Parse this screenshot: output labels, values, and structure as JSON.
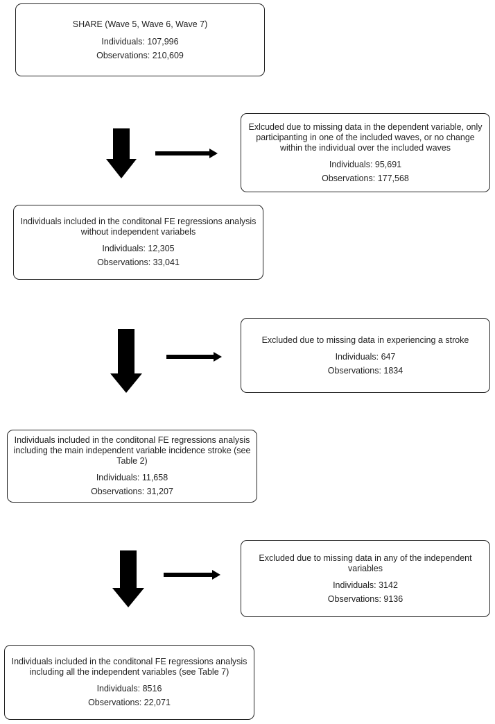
{
  "flowchart": {
    "share": {
      "title": "SHARE (Wave 5, Wave 6, Wave 7)",
      "individuals": "Individuals: 107,996",
      "observations": "Observations: 210,609"
    },
    "excluded_1": {
      "description": "Exlcuded due to missing data in the dependent variable, only participanting in one of the included waves, or no change within the individual over the included waves",
      "individuals": "Individuals: 95,691",
      "observations": "Observations: 177,568"
    },
    "included_1": {
      "description": "Individuals included in the conditonal FE regressions analysis without independent variabels",
      "individuals": "Individuals: 12,305",
      "observations": "Observations: 33,041"
    },
    "excluded_2": {
      "description": "Excluded due to missing data in experiencing a  stroke",
      "individuals": "Individuals: 647",
      "observations": "Observations: 1834"
    },
    "included_2": {
      "description": "Individuals included in the conditonal FE regressions analysis including the main independent variable incidence stroke (see Table 2)",
      "individuals": "Individuals: 11,658",
      "observations": "Observations: 31,207"
    },
    "excluded_3": {
      "description": "Excluded due to missing data in any of the independent variables",
      "individuals": "Individuals: 3142",
      "observations": "Observations: 9136"
    },
    "included_3": {
      "description": "Individuals included in the conditonal FE regressions analysis including all the independent variables (see Table 7)",
      "individuals": "Individuals: 8516",
      "observations": "Observations: 22,071"
    }
  },
  "colors": {
    "arrow": "#000000",
    "border": "#222222",
    "text": "#222222"
  }
}
